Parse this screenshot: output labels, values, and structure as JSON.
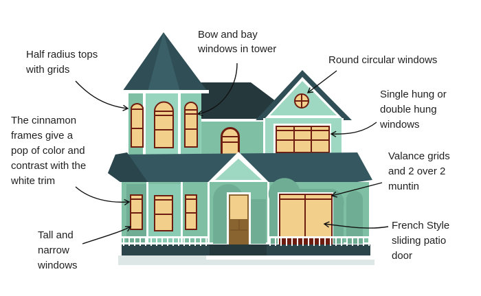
{
  "labels": {
    "half_radius": [
      "Half radius tops",
      "with grids"
    ],
    "bow_bay": [
      "Bow and bay",
      "windows in tower"
    ],
    "round": [
      "Round circular windows"
    ],
    "single_hung": [
      "Single hung or",
      "double hung",
      "windows"
    ],
    "cinnamon": [
      "The cinnamon",
      "frames give a",
      "pop of color and",
      "contrast with the",
      "white trim"
    ],
    "valance": [
      "Valance grids",
      "and 2 over 2",
      "muntin"
    ],
    "tall_narrow": [
      "Tall and",
      "narrow",
      "windows"
    ],
    "french": [
      "French Style",
      "sliding patio",
      "door"
    ]
  },
  "colors": {
    "roof_dark": "#25393d",
    "roof": "#355860",
    "wall_light": "#98d5bf",
    "wall": "#7fbfa4",
    "wall_dark": "#6fae95",
    "window": "#f3cf8c",
    "frame": "#6e1c10",
    "door": "#8a6430"
  }
}
